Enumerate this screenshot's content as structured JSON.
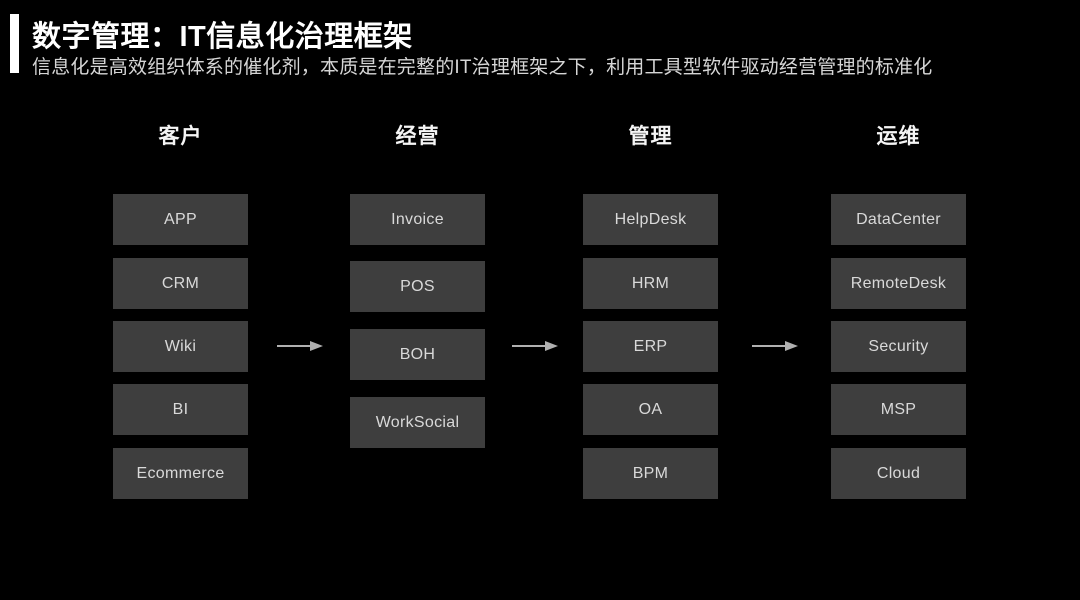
{
  "slide": {
    "title": "数字管理：IT信息化治理框架",
    "subtitle": "信息化是高效组织体系的催化剂，本质是在完整的IT治理框架之下，利用工具型软件驱动经营管理的标准化"
  },
  "colors": {
    "background": "#000000",
    "accent_bar": "#ffffff",
    "title_text": "#ffffff",
    "subtitle_text": "#d6d6d6",
    "box_background": "#3e3e3e",
    "box_text": "#d9d9d9",
    "column_header_text": "#f5f5f5",
    "arrow": "#b0b0b0"
  },
  "diagram": {
    "columns": [
      {
        "header": "客户",
        "items": [
          "APP",
          "CRM",
          "Wiki",
          "BI",
          "Ecommerce"
        ]
      },
      {
        "header": "经营",
        "items": [
          "Invoice",
          "POS",
          "BOH",
          "WorkSocial"
        ]
      },
      {
        "header": "管理",
        "items": [
          "HelpDesk",
          "HRM",
          "ERP",
          "OA",
          "BPM"
        ]
      },
      {
        "header": "运维",
        "items": [
          "DataCenter",
          "RemoteDesk",
          "Security",
          "MSP",
          "Cloud"
        ]
      }
    ],
    "arrow_icon": "right-arrow",
    "arrow_count": 3
  }
}
